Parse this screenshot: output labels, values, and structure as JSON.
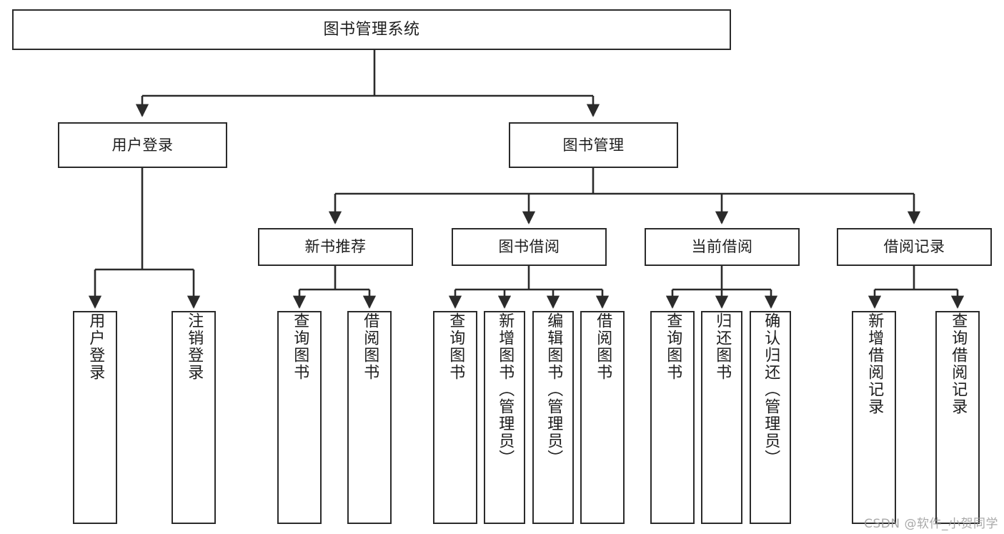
{
  "diagram": {
    "title": "图书管理系统",
    "type": "tree",
    "watermark": "CSDN @软件_小贺同学",
    "stroke_color": "#2b2b2b",
    "background_color": "#ffffff",
    "text_color": "#1d1d1d"
  },
  "nodes": {
    "root": {
      "label": "图书管理系统"
    },
    "level2": [
      {
        "label": "用户登录"
      },
      {
        "label": "图书管理"
      }
    ],
    "level3": [
      {
        "label": "新书推荐"
      },
      {
        "label": "图书借阅"
      },
      {
        "label": "当前借阅"
      },
      {
        "label": "借阅记录"
      }
    ],
    "leaves": {
      "user_login": [
        {
          "label": "用户登录"
        },
        {
          "label": "注销登录"
        }
      ],
      "new_book": [
        {
          "label": "查询图书"
        },
        {
          "label": "借阅图书"
        }
      ],
      "book_borrow": [
        {
          "label": "查询图书"
        },
        {
          "label": "新增图书（管理员）"
        },
        {
          "label": "编辑图书（管理员）"
        },
        {
          "label": "借阅图书"
        }
      ],
      "current_borrow": [
        {
          "label": "查询图书"
        },
        {
          "label": "归还图书"
        },
        {
          "label": "确认归还（管理员）"
        }
      ],
      "borrow_record": [
        {
          "label": "新增借阅记录"
        },
        {
          "label": "查询借阅记录"
        }
      ]
    }
  }
}
